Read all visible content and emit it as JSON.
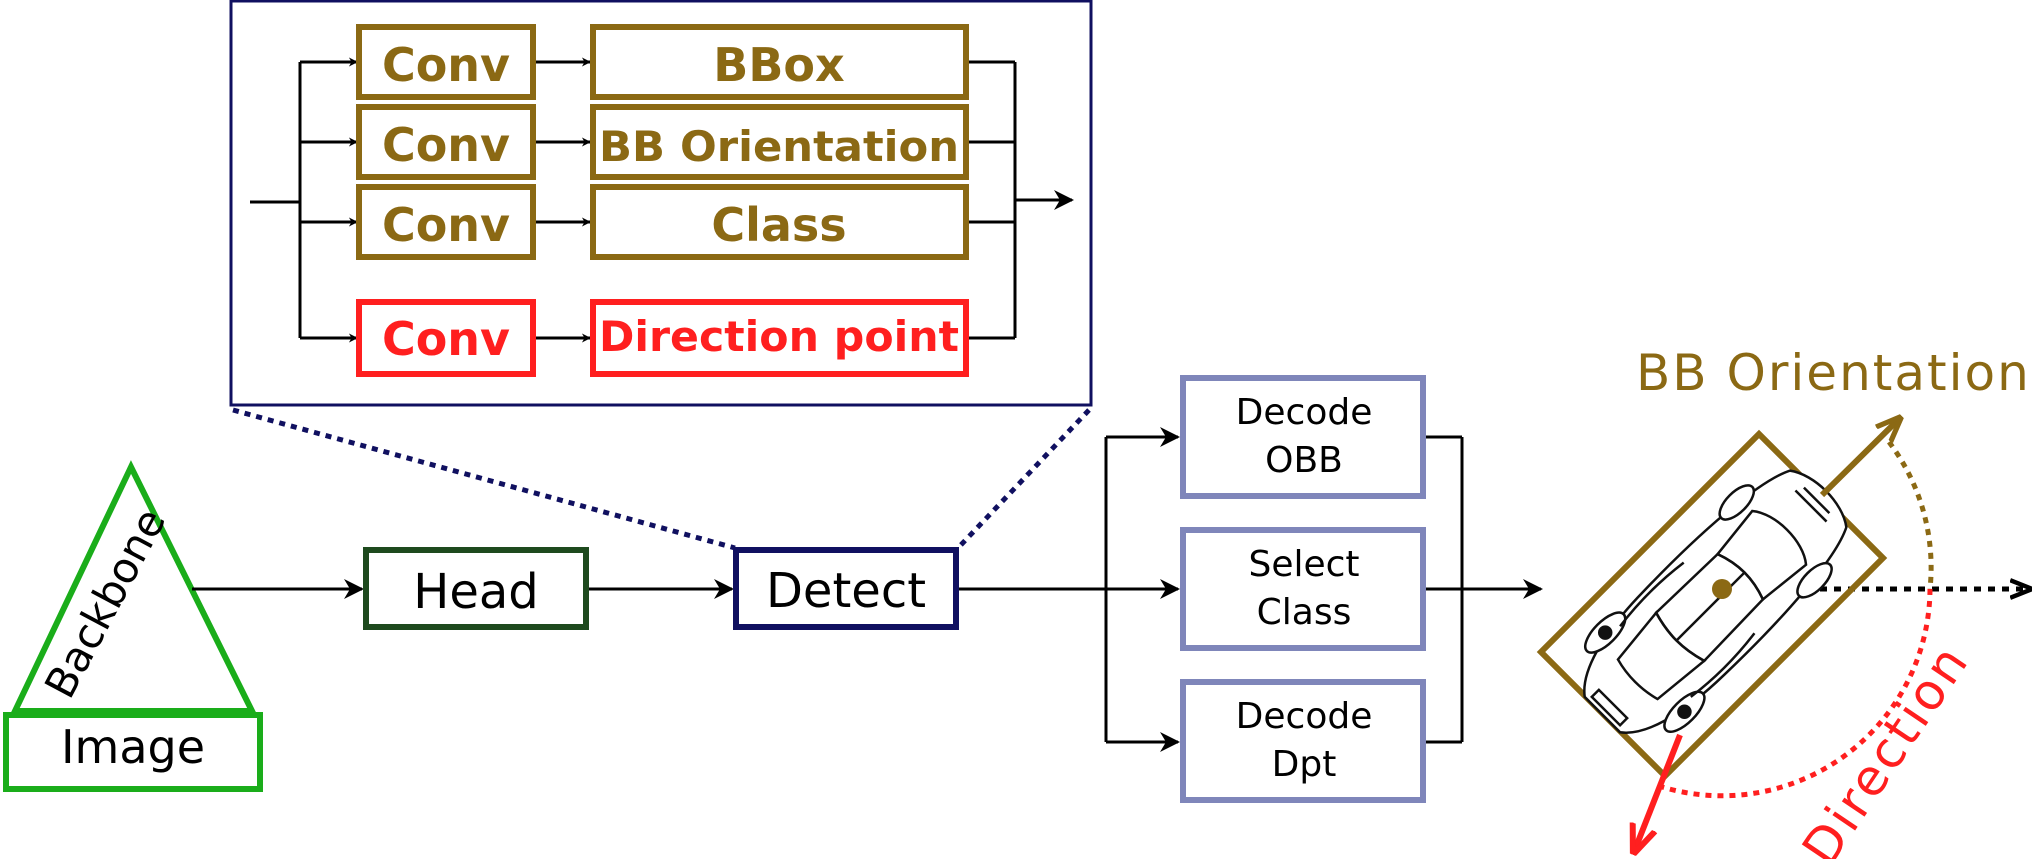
{
  "colors": {
    "gold": "#8b6914",
    "red": "#ff1f1f",
    "navy": "#101060",
    "green": "#1aad1a",
    "dark_green": "#1e4a1e",
    "lavender": "#7f86ba",
    "black": "#000000"
  },
  "detect_panel": {
    "rows": [
      {
        "conv": "Conv",
        "output": "BBox",
        "color": "gold"
      },
      {
        "conv": "Conv",
        "output": "BB Orientation",
        "color": "gold"
      },
      {
        "conv": "Conv",
        "output": "Class",
        "color": "gold"
      },
      {
        "conv": "Conv",
        "output": "Direction point",
        "color": "red"
      }
    ]
  },
  "pipeline": {
    "backbone": "Backbone",
    "image": "Image",
    "head": "Head",
    "detect": "Detect"
  },
  "decoders": [
    {
      "line1": "Decode",
      "line2": "OBB"
    },
    {
      "line1": "Select",
      "line2": "Class"
    },
    {
      "line1": "Decode",
      "line2": "Dpt"
    }
  ],
  "illustration": {
    "bb_orientation_label": "BB Orientation",
    "direction_label": "Direction",
    "icon": "car-top-view-icon"
  }
}
